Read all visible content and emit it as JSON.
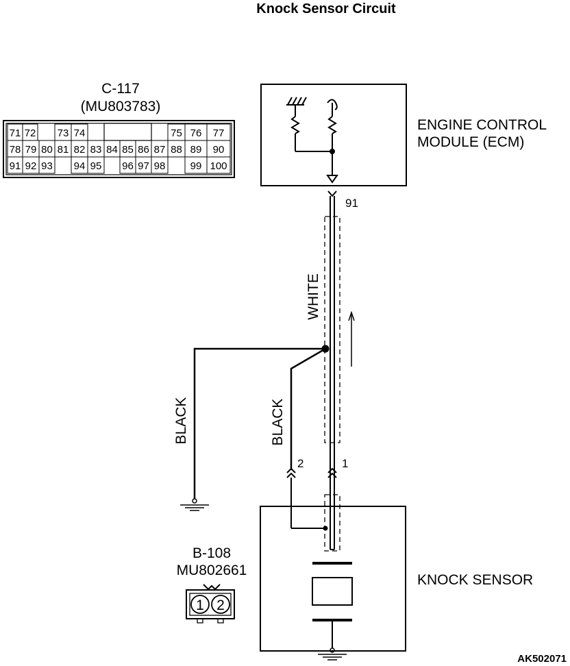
{
  "title": "Knock Sensor Circuit",
  "connector_c117": {
    "id": "C-117",
    "part": "(MU803783)",
    "row1": [
      "71",
      "72",
      "73",
      "74",
      "75",
      "76",
      "77"
    ],
    "row2": [
      "78",
      "79",
      "80",
      "81",
      "82",
      "83",
      "84",
      "85",
      "86",
      "87",
      "88",
      "89",
      "90"
    ],
    "row3": [
      "91",
      "92",
      "93",
      "94",
      "95",
      "96",
      "97",
      "98",
      "99",
      "100"
    ]
  },
  "ecm": {
    "line1": "ENGINE CONTROL",
    "line2": "MODULE (ECM)",
    "pin": "91"
  },
  "wires": {
    "white": "WHITE",
    "black_left": "BLACK",
    "black_right": "BLACK"
  },
  "sensor_pins": {
    "pin2": "2",
    "pin1": "1"
  },
  "connector_b108": {
    "id": "B-108",
    "part": "MU802661",
    "pin1": "1",
    "pin2": "2"
  },
  "knock_sensor": {
    "label": "KNOCK SENSOR"
  },
  "figure_id": "AK502071"
}
